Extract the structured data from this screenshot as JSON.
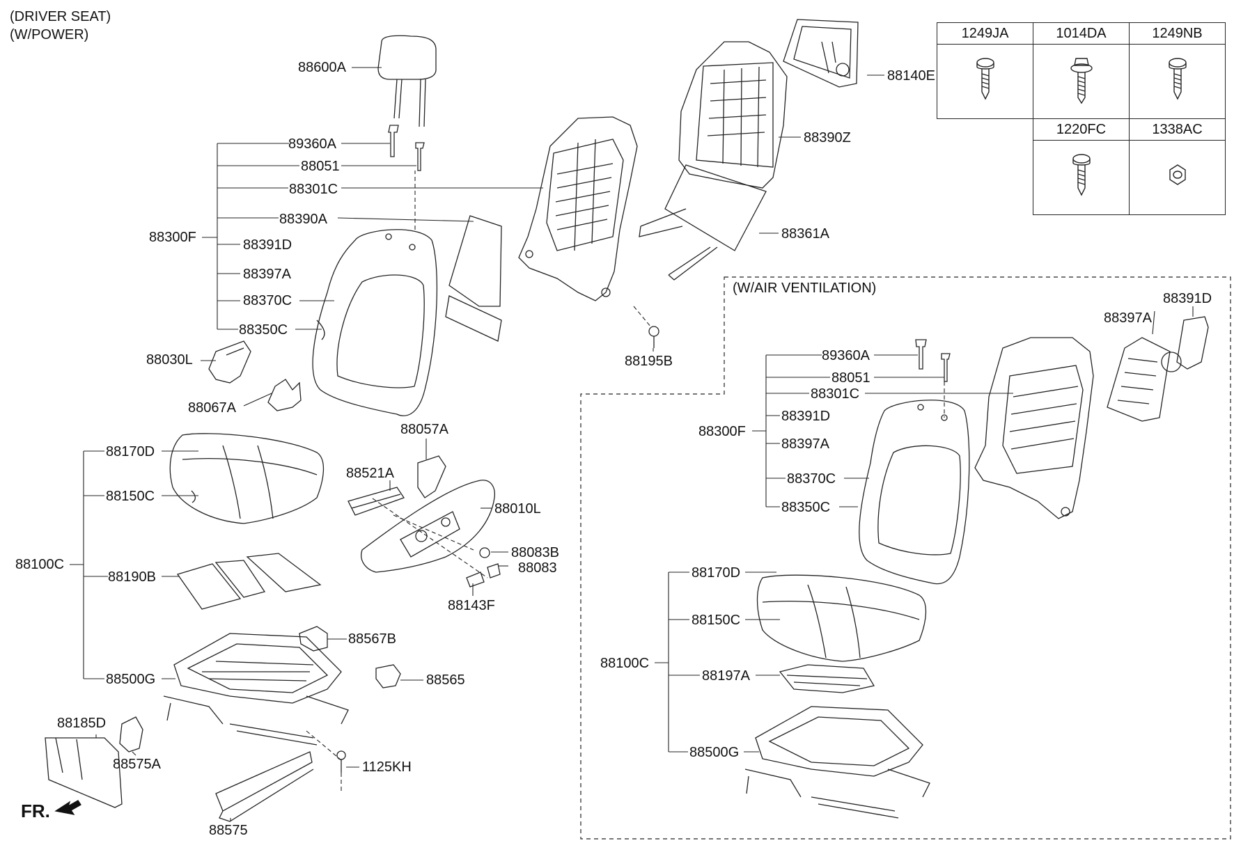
{
  "header": {
    "line1": "(DRIVER SEAT)",
    "line2": "(W/POWER)"
  },
  "variant": {
    "title": "(W/AIR VENTILATION)"
  },
  "front_marker": "FR.",
  "fasteners": [
    {
      "code": "1249JA",
      "icon": "screw-flanged-icon"
    },
    {
      "code": "1014DA",
      "icon": "bolt-washer-icon"
    },
    {
      "code": "1249NB",
      "icon": "screw-flanged-icon"
    },
    {
      "code": "1220FC",
      "icon": "screw-flanged-icon"
    },
    {
      "code": "1338AC",
      "icon": "hex-nut-icon"
    }
  ],
  "labels": {
    "p88600A": "88600A",
    "p89360A": "89360A",
    "p88051": "88051",
    "p88301C": "88301C",
    "p88390A": "88390A",
    "p88300F": "88300F",
    "p88391D": "88391D",
    "p88397A": "88397A",
    "p88370C": "88370C",
    "p88350C": "88350C",
    "p88030L": "88030L",
    "p88067A": "88067A",
    "p88140E": "88140E",
    "p88390Z": "88390Z",
    "p88361A": "88361A",
    "p88195B": "88195B",
    "p88170D": "88170D",
    "p88150C": "88150C",
    "p88100C": "88100C",
    "p88190B": "88190B",
    "p88500G": "88500G",
    "p88057A": "88057A",
    "p88521A": "88521A",
    "p88010L": "88010L",
    "p88083B": "88083B",
    "p88083": "88083",
    "p88143F": "88143F",
    "p88567B": "88567B",
    "p88565": "88565",
    "p88185D": "88185D",
    "p88575A": "88575A",
    "p1125KH": "1125KH",
    "p88575": "88575",
    "v89360A": "89360A",
    "v88051": "88051",
    "v88301C": "88301C",
    "v88300F": "88300F",
    "v88391D": "88391D",
    "v88397A": "88397A",
    "v88370C": "88370C",
    "v88350C": "88350C",
    "v88391D_top": "88391D",
    "v88397A_top": "88397A",
    "v88170D": "88170D",
    "v88150C": "88150C",
    "v88100C": "88100C",
    "v88197A": "88197A",
    "v88500G": "88500G"
  }
}
